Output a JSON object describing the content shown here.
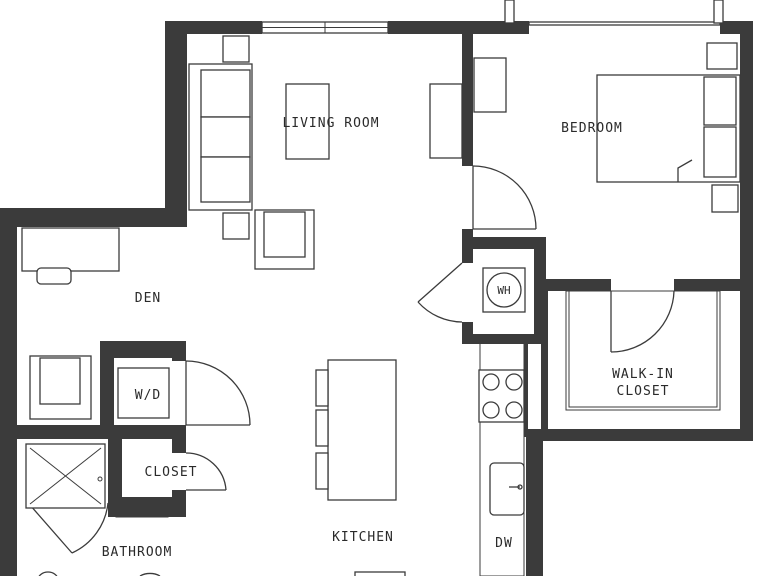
{
  "rooms": {
    "living_room": "LIVING ROOM",
    "bedroom": "BEDROOM",
    "den": "DEN",
    "walk_in_closet_line1": "WALK-IN",
    "walk_in_closet_line2": "CLOSET",
    "wd": "W/D",
    "closet": "CLOSET",
    "bathroom": "BATHROOM",
    "kitchen": "KITCHEN",
    "dw": "DW",
    "water_heater": "WH"
  },
  "colors": {
    "wall": "#3b3b3b",
    "background": "#ffffff"
  }
}
